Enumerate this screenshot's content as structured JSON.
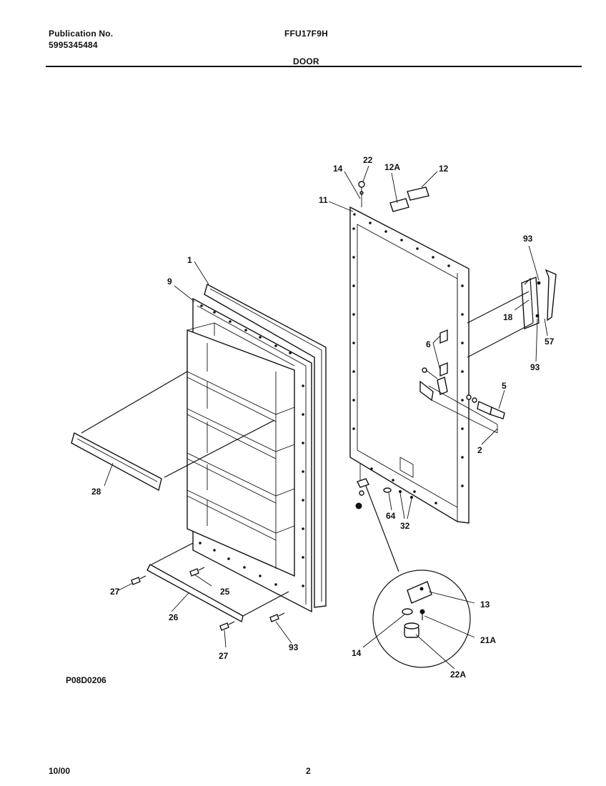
{
  "header": {
    "publication_label": "Publication No.",
    "publication_number": "5995345484",
    "model": "FFU17F9H",
    "section": "DOOR"
  },
  "diagram": {
    "callouts": {
      "c1": "1",
      "c9": "9",
      "c28": "28",
      "c27a": "27",
      "c25": "25",
      "c26": "26",
      "c27b": "27",
      "c93a": "93",
      "c14a": "14",
      "c22": "22",
      "c12A": "12A",
      "c12": "12",
      "c11": "11",
      "c93b": "93",
      "c18": "18",
      "c57": "57",
      "c93c": "93",
      "c6": "6",
      "c5": "5",
      "c2": "2",
      "c64": "64",
      "c32": "32",
      "c13": "13",
      "c21A": "21A",
      "c14b": "14",
      "c22A": "22A"
    },
    "figure_code": "P08D0206"
  },
  "footer": {
    "date": "10/00",
    "page": "2"
  }
}
